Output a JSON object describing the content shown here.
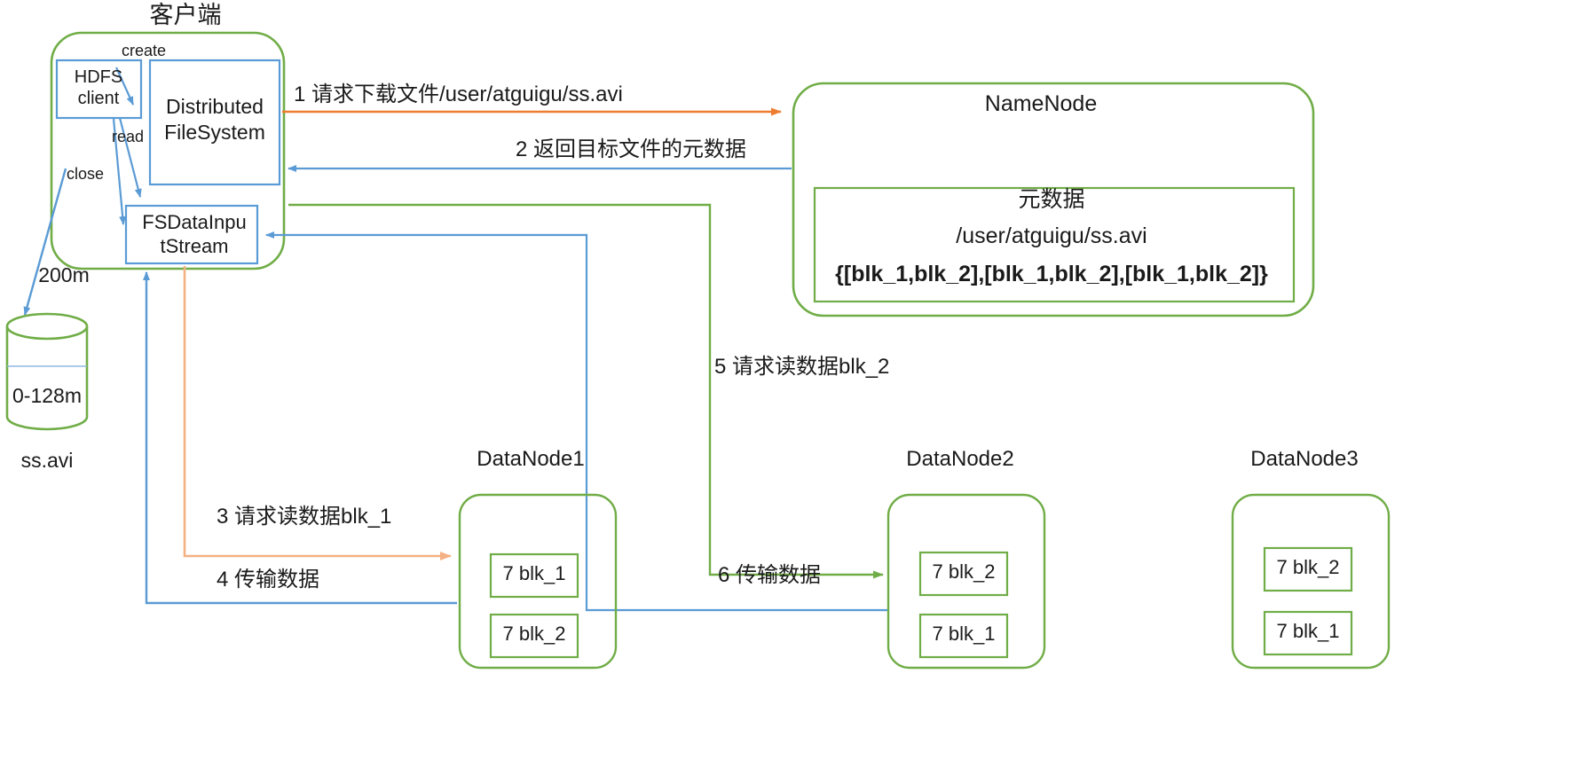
{
  "diagram": {
    "title": "HDFS read data flow",
    "colors": {
      "green": "#70ad47",
      "blue": "#5b9bd5",
      "orange": "#ed7d31",
      "orange_light": "#f4b183",
      "text": "#1a1a1a"
    }
  },
  "client": {
    "title": "客户端",
    "boxes": [
      {
        "label_line1": "HDFS",
        "label_line2": "client"
      },
      {
        "label_line1": "Distributed",
        "label_line2": "FileSystem"
      },
      {
        "label_line1": "FSDataInpu",
        "label_line2": "tStream"
      }
    ],
    "edges": [
      {
        "label": "create"
      },
      {
        "label": "read"
      },
      {
        "label": "close"
      }
    ]
  },
  "file": {
    "size_label": "200m",
    "block_label": "0-128m",
    "name": "ss.avi"
  },
  "namenode": {
    "title": "NameNode",
    "metadata": {
      "title": "元数据",
      "path": "/user/atguigu/ss.avi",
      "blocks": "{[blk_1,blk_2],[blk_1,blk_2],[blk_1,blk_2]}"
    }
  },
  "steps": [
    {
      "num": "1",
      "label": "1 请求下载文件/user/atguigu/ss.avi",
      "color": "orange"
    },
    {
      "num": "2",
      "label": "2 返回目标文件的元数据",
      "color": "blue"
    },
    {
      "num": "3",
      "label": "3 请求读数据blk_1",
      "color": "orange_light"
    },
    {
      "num": "4",
      "label": "4 传输数据",
      "color": "blue"
    },
    {
      "num": "5",
      "label": "5 请求读数据blk_2",
      "color": "green"
    },
    {
      "num": "6",
      "label": "6 传输数据",
      "color": "blue"
    }
  ],
  "datanodes": [
    {
      "title": "DataNode1",
      "blocks": [
        "7 blk_1",
        "7 blk_2"
      ]
    },
    {
      "title": "DataNode2",
      "blocks": [
        "7 blk_2",
        "7 blk_1"
      ]
    },
    {
      "title": "DataNode3",
      "blocks": [
        "7 blk_2",
        "7 blk_1"
      ]
    }
  ]
}
